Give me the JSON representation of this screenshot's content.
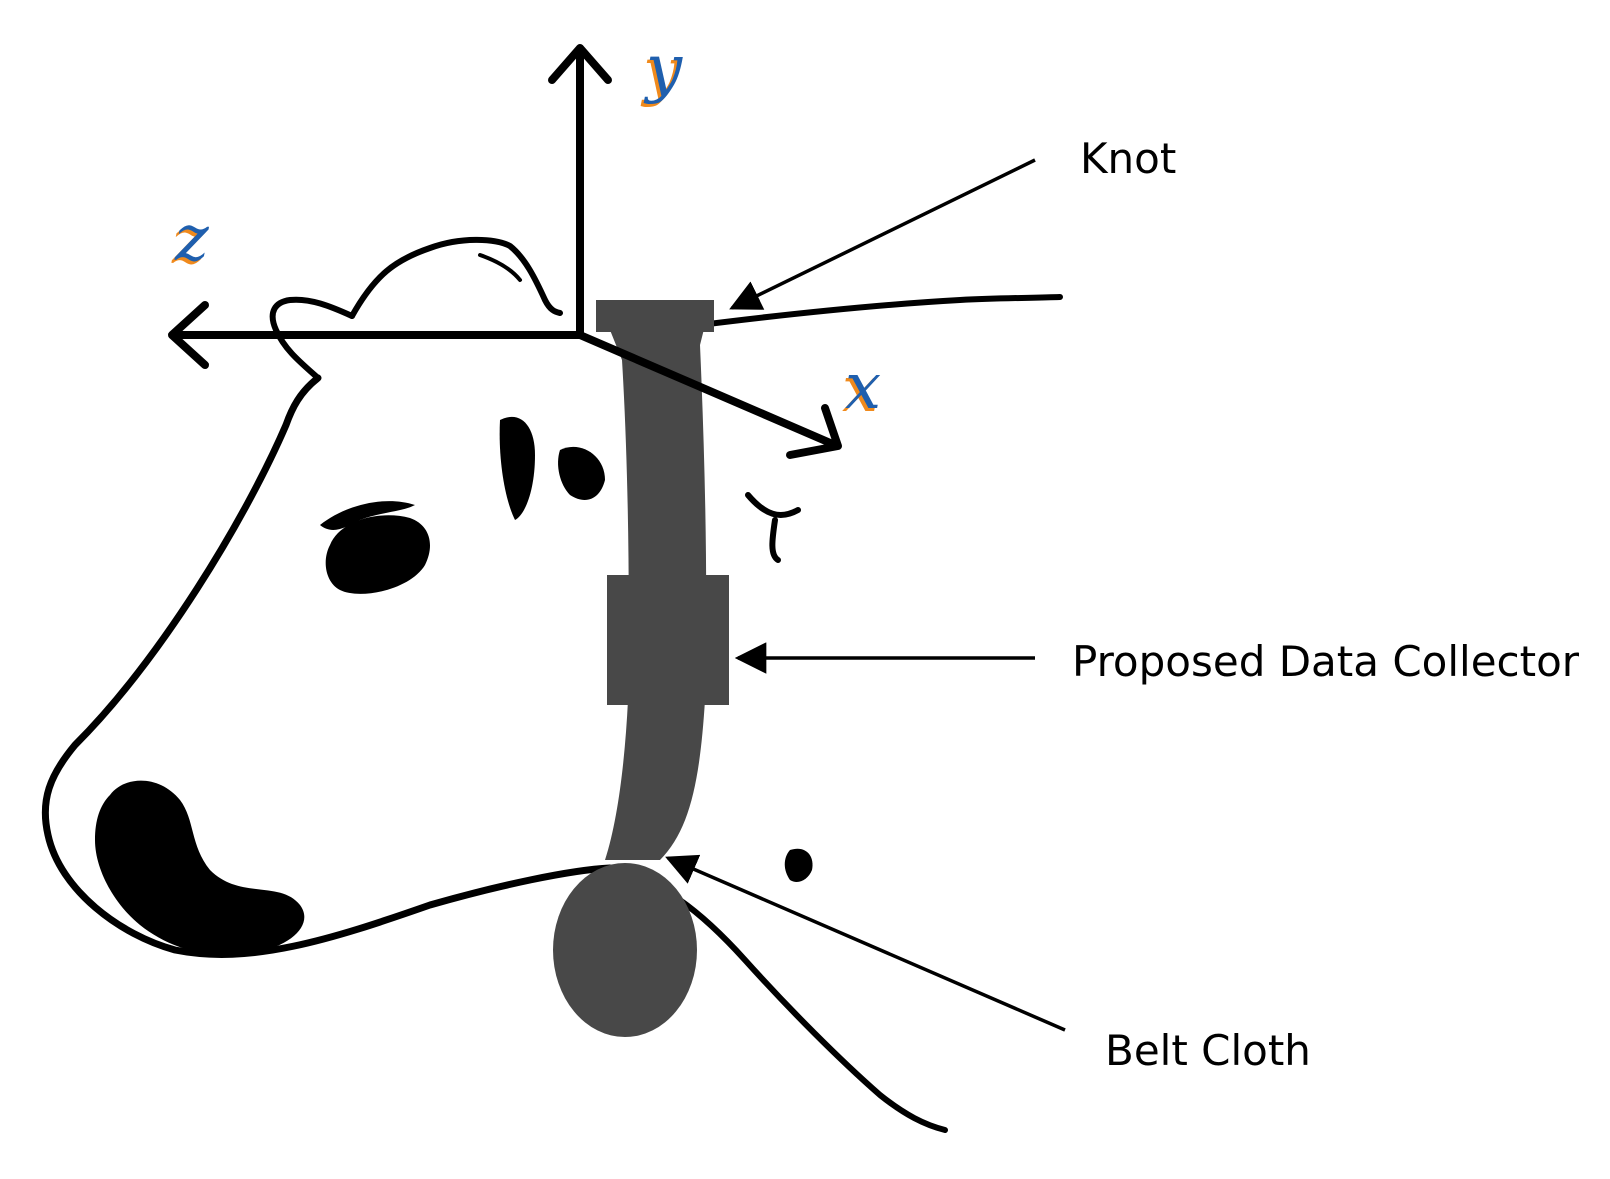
{
  "axes": {
    "y_label": "y",
    "z_label": "z",
    "x_label": "x",
    "label_color": "#1f5fae",
    "label_shadow_color": "#f08a1c"
  },
  "callouts": {
    "knot": "Knot",
    "data_collector": "Proposed Data Collector",
    "belt_cloth": "Belt Cloth"
  },
  "colors": {
    "belt": "#484848",
    "outline": "#000000",
    "background": "#ffffff"
  }
}
